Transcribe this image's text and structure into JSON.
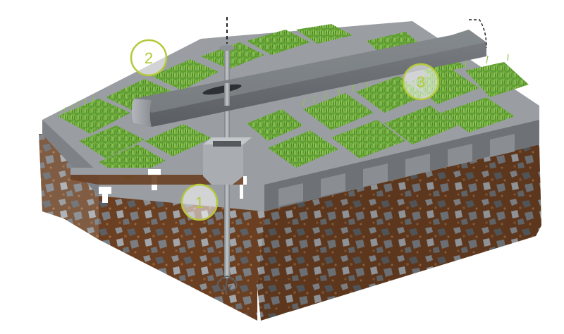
{
  "callouts": [
    {
      "id": "1",
      "label": "1"
    },
    {
      "id": "2",
      "label": "2"
    },
    {
      "id": "3",
      "label": "3"
    }
  ],
  "colors": {
    "callout_ring": "#b5c93a",
    "grass": "#5f9e33",
    "grass_light": "#8cc152",
    "paver_top": "#9a9ea2",
    "paver_side": "#6e7276",
    "soil": "#6a3f22",
    "stone": "#8b8f93",
    "rod": "#9ea2a6"
  },
  "icons": {
    "anchor": "ground-anchor-icon",
    "beam": "kerb-beam-icon",
    "paver": "grass-paver-icon"
  }
}
